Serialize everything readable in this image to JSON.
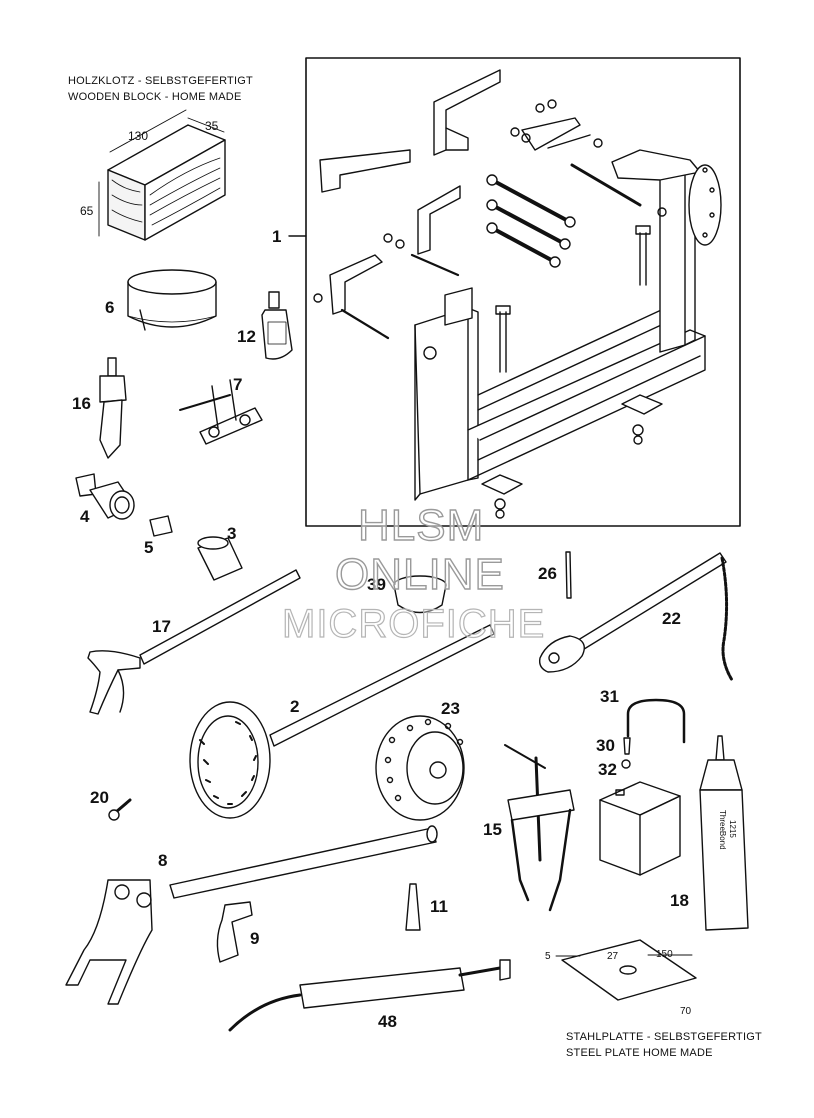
{
  "notes": {
    "wooden_block_de": "HOLZKLOTZ - SELBSTGEFERTIGT",
    "wooden_block_en": "WOODEN BLOCK - HOME MADE",
    "steel_plate_de": "STAHLPLATTE - SELBSTGEFERTIGT",
    "steel_plate_en": "STEEL PLATE   HOME MADE"
  },
  "dimensions": {
    "block_length": "130",
    "block_width": "35",
    "block_height": "65",
    "plate_thickness": "5",
    "plate_hole": "27",
    "plate_length": "150",
    "plate_width": "70"
  },
  "watermark": {
    "line1": "HLSM",
    "line2": "ONLINE",
    "line3": "MICROFICHE"
  },
  "callouts": [
    {
      "id": "1",
      "label": "1"
    },
    {
      "id": "2",
      "label": "2"
    },
    {
      "id": "3",
      "label": "3"
    },
    {
      "id": "4",
      "label": "4"
    },
    {
      "id": "5",
      "label": "5"
    },
    {
      "id": "6",
      "label": "6"
    },
    {
      "id": "7",
      "label": "7"
    },
    {
      "id": "8",
      "label": "8"
    },
    {
      "id": "9",
      "label": "9"
    },
    {
      "id": "11",
      "label": "11"
    },
    {
      "id": "12",
      "label": "12"
    },
    {
      "id": "15",
      "label": "15"
    },
    {
      "id": "16",
      "label": "16"
    },
    {
      "id": "17",
      "label": "17"
    },
    {
      "id": "18",
      "label": "18"
    },
    {
      "id": "20",
      "label": "20"
    },
    {
      "id": "22",
      "label": "22"
    },
    {
      "id": "23",
      "label": "23"
    },
    {
      "id": "26",
      "label": "26"
    },
    {
      "id": "30",
      "label": "30"
    },
    {
      "id": "31",
      "label": "31"
    },
    {
      "id": "32",
      "label": "32"
    },
    {
      "id": "39",
      "label": "39"
    },
    {
      "id": "48",
      "label": "48"
    }
  ]
}
